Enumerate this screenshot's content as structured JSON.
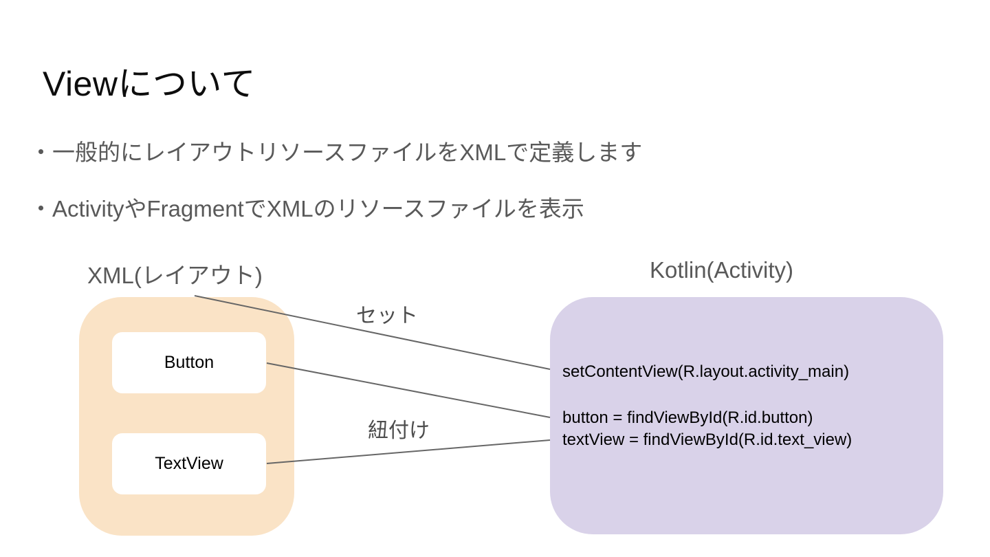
{
  "slide": {
    "title": "Viewについて",
    "bullets": [
      "・一般的にレイアウトリソースファイルをXMLで定義します",
      "・ActivityやFragmentでXMLのリソースファイルを表示"
    ],
    "diagram": {
      "xml_label": "XML(レイアウト)",
      "kotlin_label": "Kotlin(Activity)",
      "xml_children": [
        "Button",
        "TextView"
      ],
      "code_lines": [
        "setContentView(R.layout.activity_main)",
        "button = findViewById(R.id.button)",
        "textView = findViewById(R.id.text_view)"
      ],
      "connector_labels": {
        "set": "セット",
        "bind": "紐付け"
      }
    },
    "colors": {
      "background": "#ffffff",
      "title_text": "#0d0d0d",
      "body_text": "#595959",
      "xml_box_bg": "#fae3c6",
      "kotlin_box_bg": "#d9d2e9",
      "widget_box_bg": "#ffffff",
      "code_text": "#000000",
      "connector_line": "#666666"
    }
  }
}
